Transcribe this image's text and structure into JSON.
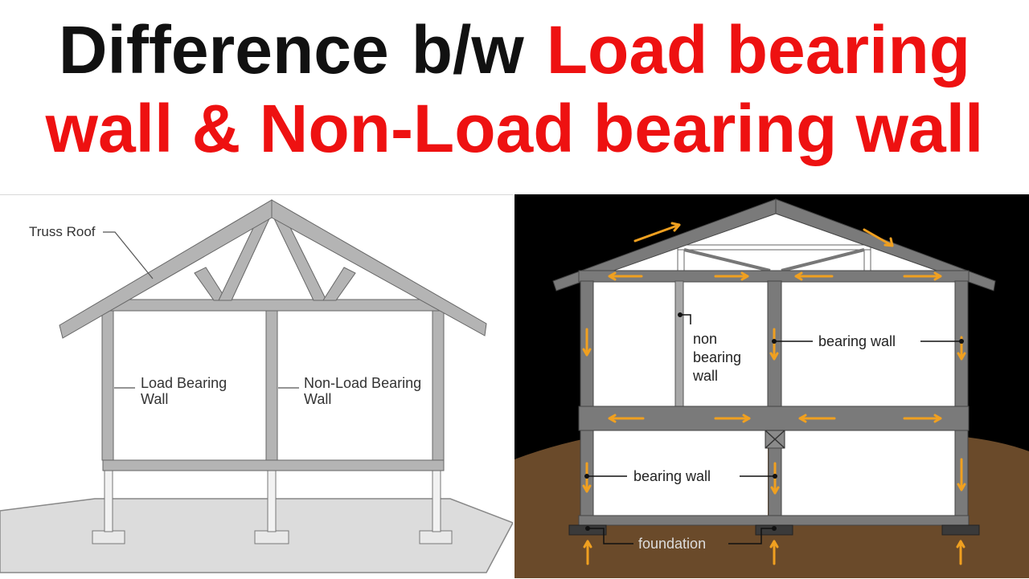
{
  "title": {
    "part1": "Difference",
    "part2": "b/w",
    "part3": "Load bearing",
    "line2": "wall & Non-Load bearing wall"
  },
  "left_diagram": {
    "truss_roof": "Truss Roof",
    "load_bearing_line1": "Load Bearing",
    "load_bearing_line2": "Wall",
    "non_load_line1": "Non-Load Bearing",
    "non_load_line2": "Wall"
  },
  "right_diagram": {
    "non_bearing_line1": "non",
    "non_bearing_line2": "bearing",
    "non_bearing_line3": "wall",
    "bearing_wall_upper": "bearing wall",
    "bearing_wall_lower": "bearing wall",
    "foundation": "foundation"
  },
  "colors": {
    "title_black": "#111111",
    "title_red": "#ee1111",
    "arrow": "#f0a020",
    "wall_gray": "#7a7a7a"
  }
}
